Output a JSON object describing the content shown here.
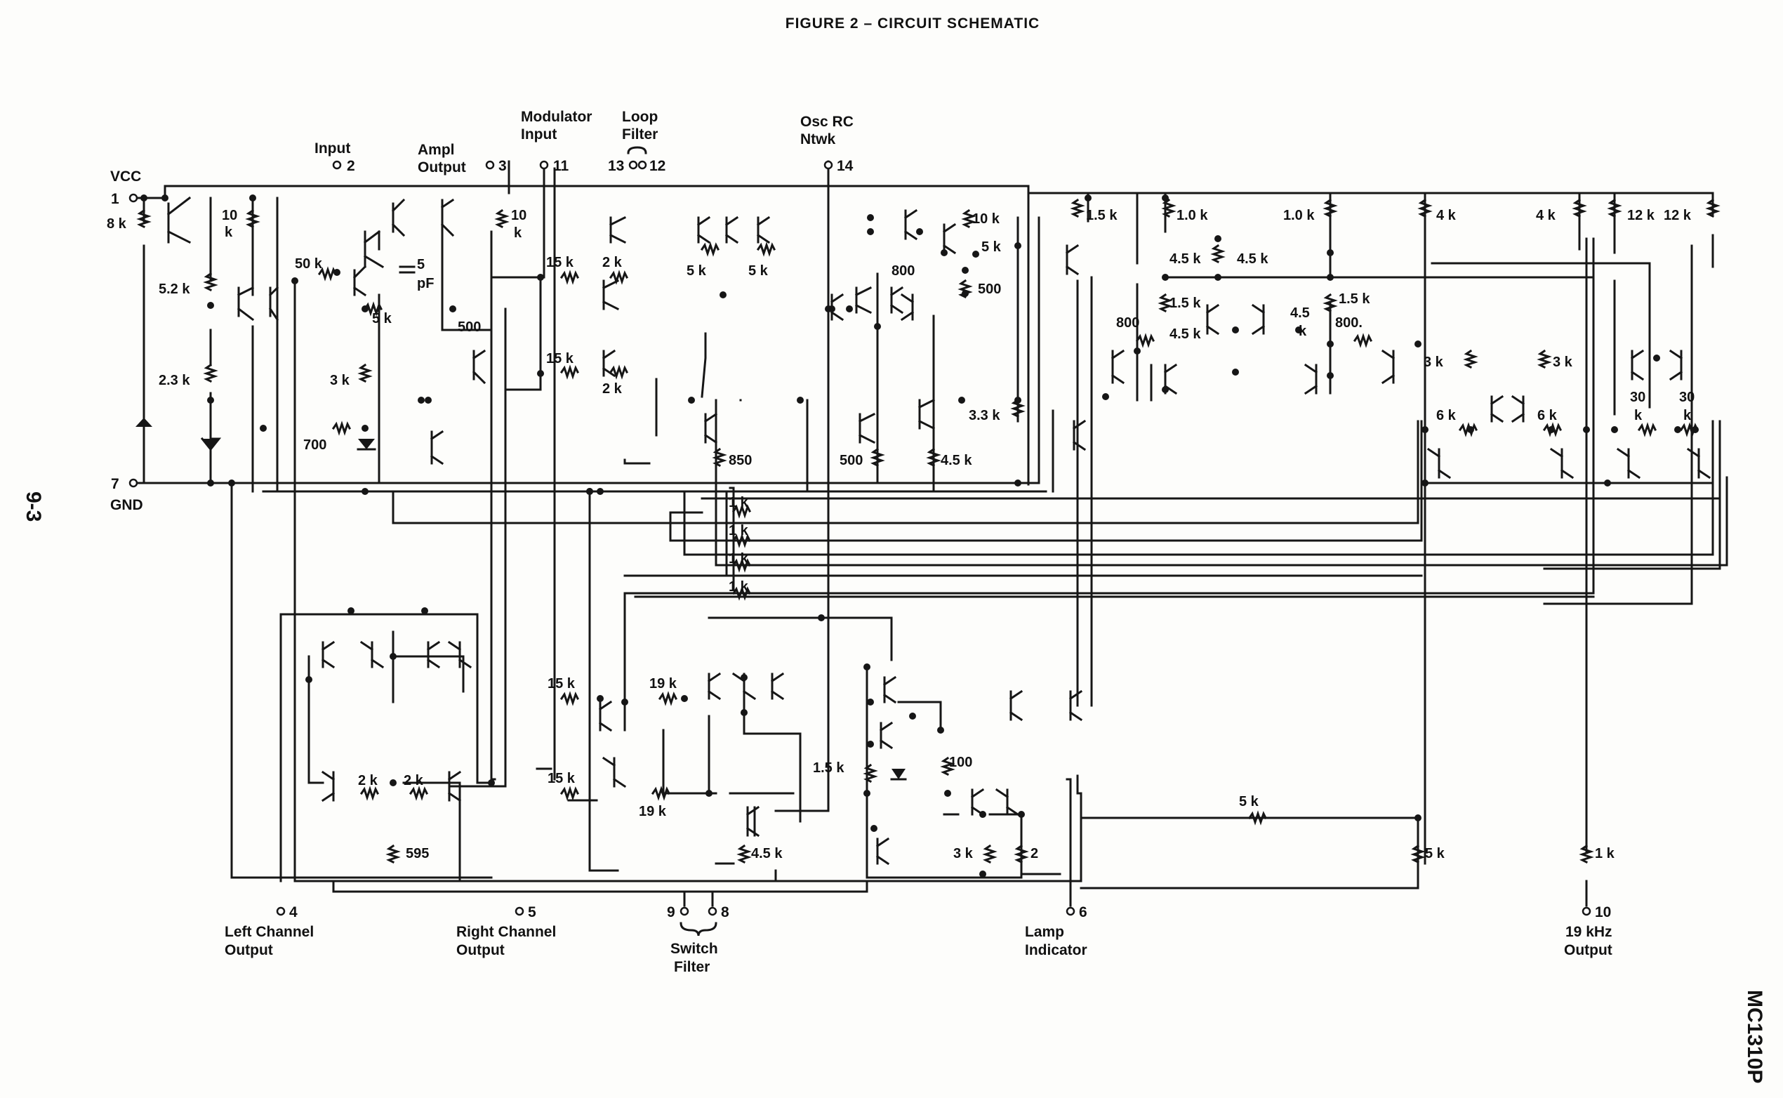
{
  "title": "FIGURE 2 – CIRCUIT SCHEMATIC",
  "page_number": "9-3",
  "part_number": "MC1310P",
  "pins": {
    "vcc": {
      "label": "VCC",
      "number": "1"
    },
    "gnd": {
      "label": "GND",
      "number": "7"
    },
    "input": {
      "label": "Input",
      "number": "2"
    },
    "ampl_output": {
      "line1": "Ampl",
      "line2": "Output",
      "number": "3"
    },
    "modulator_input": {
      "line1": "Modulator",
      "line2": "Input",
      "number": "11"
    },
    "loop_filter": {
      "line1": "Loop",
      "line2": "Filter",
      "number_a": "13",
      "number_b": "12"
    },
    "osc_rc": {
      "line1": "Osc RC",
      "line2": "Ntwk",
      "number": "14"
    },
    "left_channel": {
      "line1": "Left Channel",
      "line2": "Output",
      "number": "4"
    },
    "right_channel": {
      "line1": "Right Channel",
      "line2": "Output",
      "number": "5"
    },
    "switch_filter": {
      "line1": "Switch",
      "line2": "Filter",
      "number_a": "9",
      "number_b": "8"
    },
    "lamp": {
      "line1": "Lamp",
      "line2": "Indicator",
      "number": "6"
    },
    "out_19khz": {
      "line1": "19 kHz",
      "line2": "Output",
      "number": "10"
    }
  },
  "resistors": {
    "r_8k": "8 k",
    "r_10k_a": "10",
    "r_10k_a2": "k",
    "r_5_2k": "5.2 k",
    "r_2_3k": "2.3 k",
    "r_50k": "50 k",
    "r_5k_a": "5 k",
    "r_3k_a": "3 k",
    "r_700": "700",
    "r_500_a": "500",
    "r_10k_b": "10",
    "r_10k_b2": "k",
    "c_5pf_a": "5",
    "c_5pf_b": "pF",
    "r_15k_a": "15 k",
    "r_2k_a": "2 k",
    "r_15k_b": "15 k",
    "r_2k_b": "2 k",
    "r_5k_b": "5 k",
    "r_5k_c": "5 k",
    "r_850": "850",
    "r_800_a": "800",
    "r_10k_c": "10 k",
    "r_5k_d": "5 k",
    "r_500_b": "500",
    "r_500_c": "500",
    "r_4_5k_a": "4.5 k",
    "r_3_3k": "3.3 k",
    "r_1_5k_a": "1.5 k",
    "r_1_0k_a": "1.0 k",
    "r_1_0k_b": "1.0 k",
    "r_4_5k_b": "4.5 k",
    "r_4_5k_c": "4.5 k",
    "r_1_5k_b": "1.5 k",
    "r_4_5k_d": "4.5",
    "r_4_5k_d2": "k",
    "r_1_5k_c": "1.5 k",
    "r_800_b": "800",
    "r_4_5k_e": "4.5 k",
    "r_800_c": "800.",
    "r_4k_a": "4 k",
    "r_4k_b": "4 k",
    "r_12k_a": "12 k",
    "r_12k_b": "12 k",
    "r_3k_b": "3 k",
    "r_3k_c": "3 k",
    "r_6k_a": "6 k",
    "r_6k_b": "6 k",
    "r_30k_a": "30",
    "r_30k_a2": "k",
    "r_30k_b": "30",
    "r_30k_b2": "k",
    "r_1k_a": "1 k",
    "r_1k_b": "1 k",
    "r_1k_c": "1 k",
    "r_1k_d": "1 k",
    "r_2k_c": "2 k",
    "r_2k_d": "2 k",
    "r_595": "595",
    "r_15k_c": "15 k",
    "r_19k_a": "19 k",
    "r_15k_d": "15 k",
    "r_19k_b": "19 k",
    "r_4_5k_f": "4.5 k",
    "r_1_5k_d": "1.5 k",
    "r_100": "100",
    "r_3k_d": "3 k",
    "r_2": "2",
    "r_5k_e": "5 k",
    "r_5k_f": "5 k",
    "r_1k_e": "1 k"
  }
}
